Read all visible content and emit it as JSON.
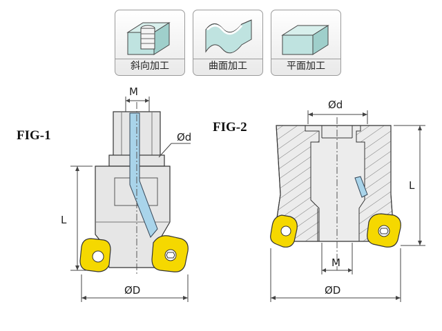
{
  "process_icons": [
    {
      "label": "斜向加工",
      "icon": "angled-machining-icon"
    },
    {
      "label": "曲面加工",
      "icon": "curved-surface-machining-icon"
    },
    {
      "label": "平面加工",
      "icon": "flat-surface-machining-icon"
    }
  ],
  "fig1": {
    "title": "FIG-1",
    "dim_M": "M",
    "dim_d": "Ød",
    "dim_L": "L",
    "dim_D": "ØD"
  },
  "fig2": {
    "title": "FIG-2",
    "dim_d": "Ød",
    "dim_L": "L",
    "dim_M": "M",
    "dim_D": "ØD"
  },
  "colors": {
    "insert": "#f5d800",
    "body": "#e6e6e6",
    "coolant": "#a9d4ea",
    "icon_block": "#bfe3e0",
    "outline": "#333333"
  }
}
